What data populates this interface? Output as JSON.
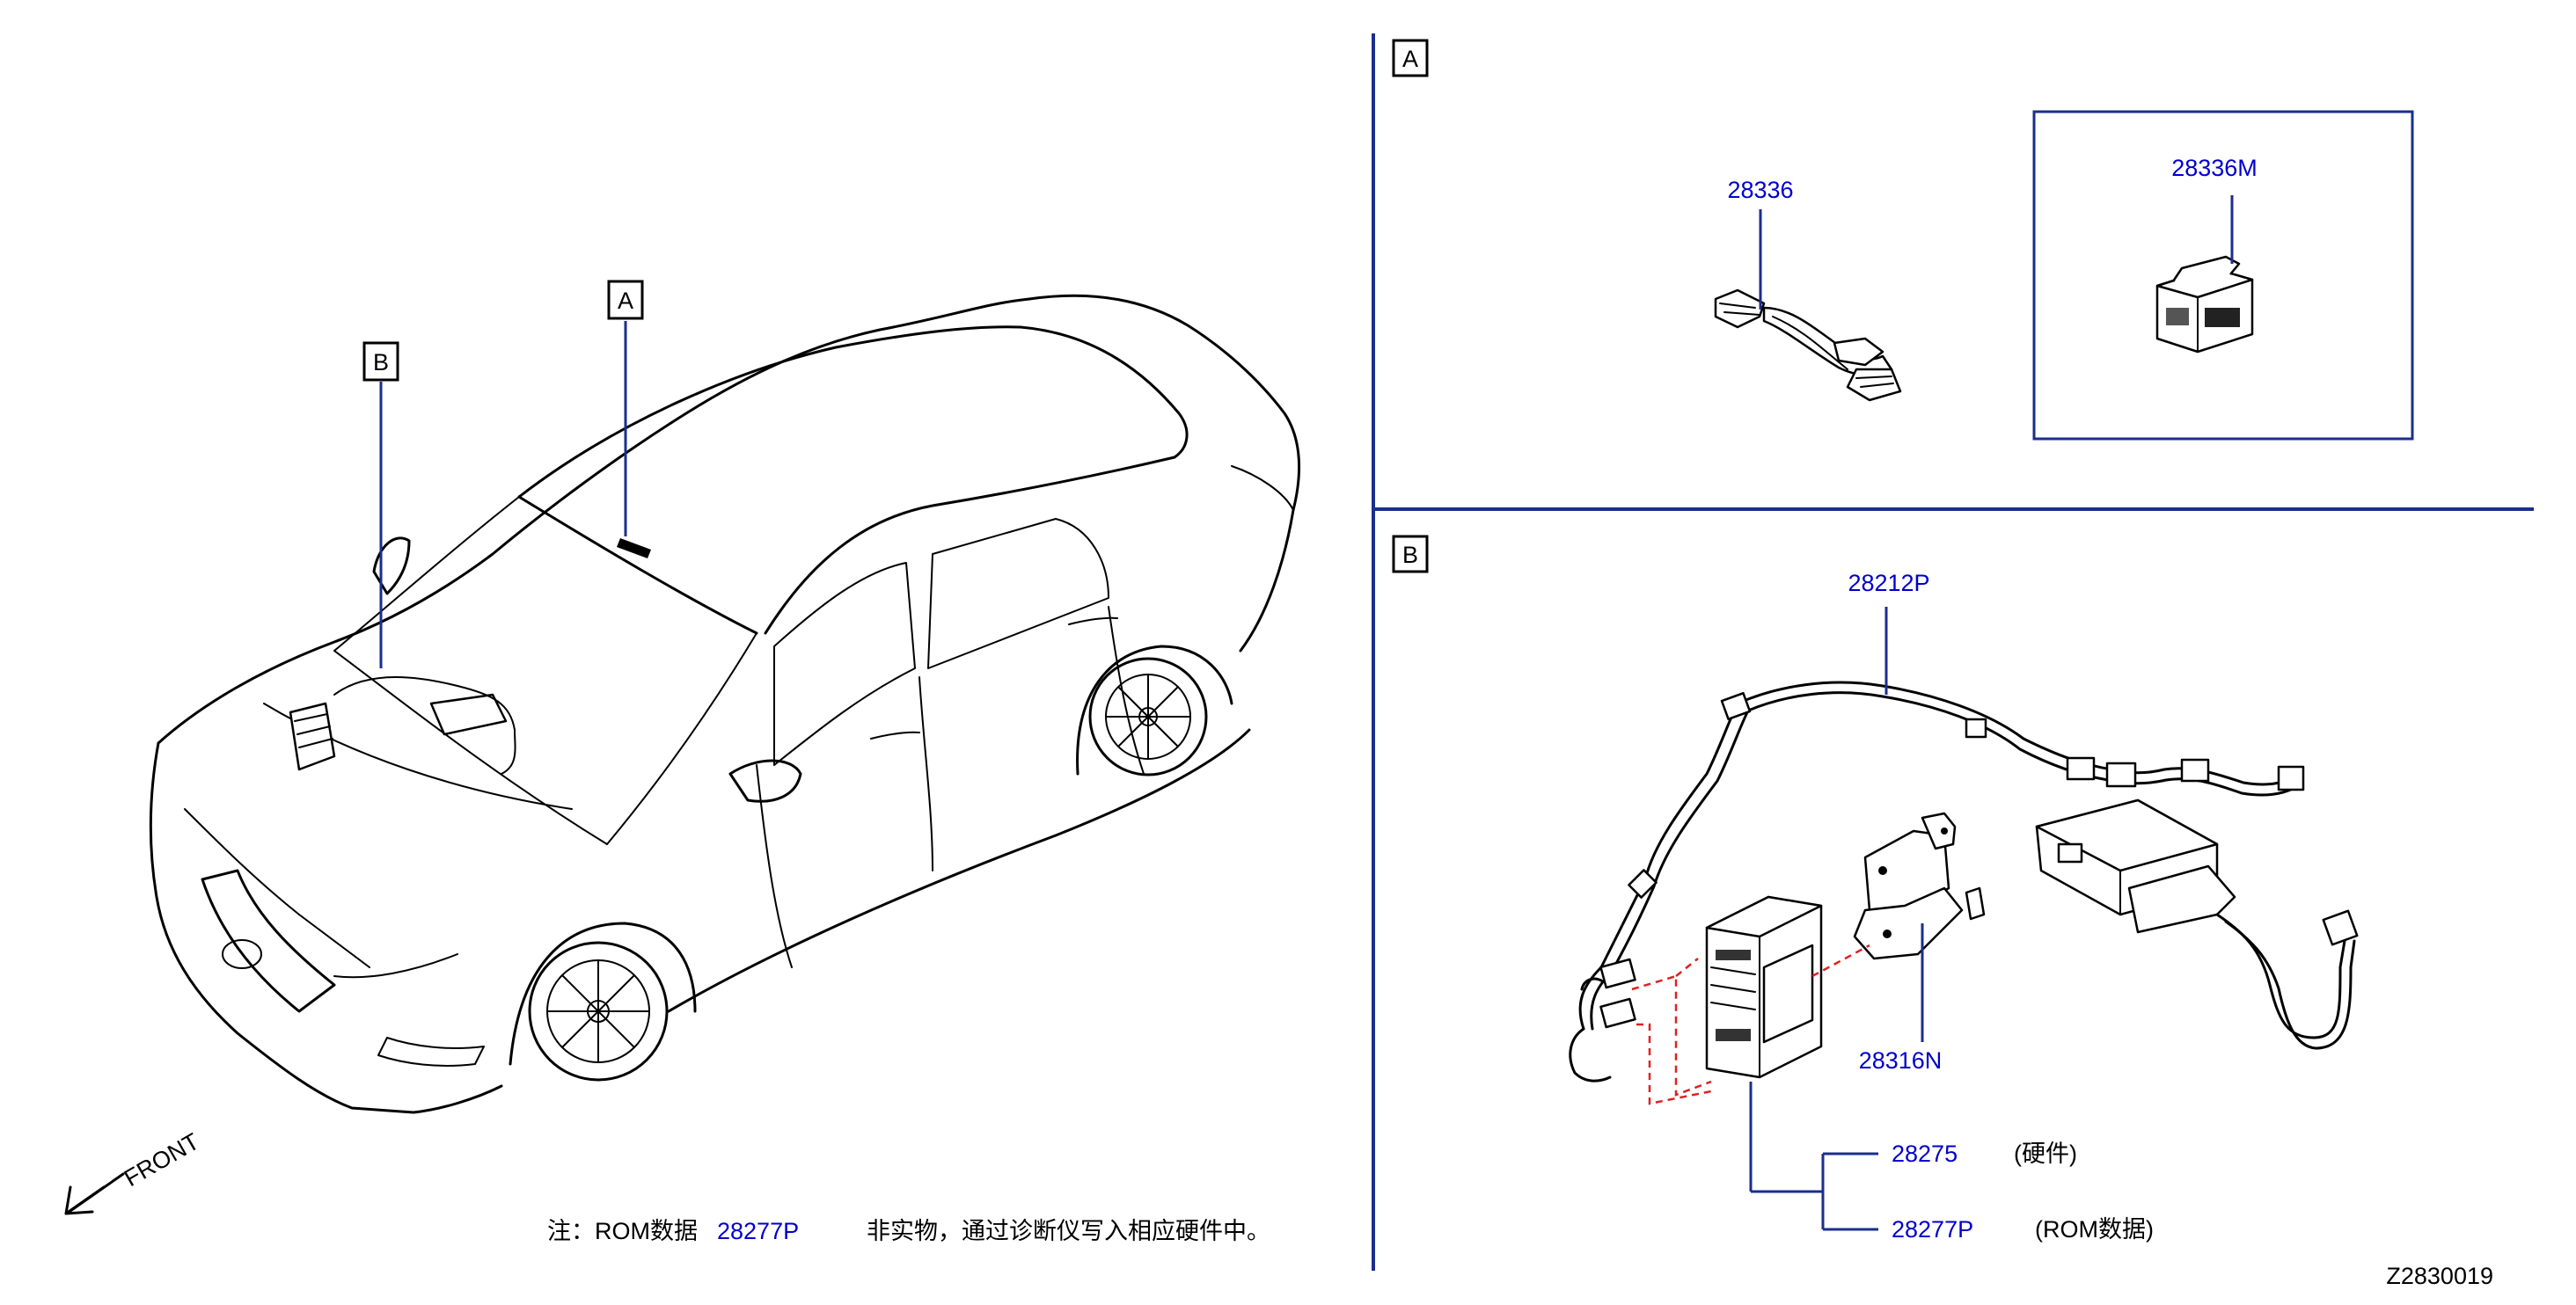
{
  "note": {
    "prefix": "注：ROM数据",
    "part": "28277P",
    "suffix": "非实物，通过诊断仪写入相应硬件中。"
  },
  "front_label": "FRONT",
  "diagram_code": "Z2830019",
  "section_labels": {
    "a": "A",
    "b": "B"
  },
  "car_callouts": {
    "a": "A",
    "b": "B"
  },
  "section_a": {
    "parts": [
      {
        "number": "28336"
      },
      {
        "number": "28336M"
      }
    ]
  },
  "section_b": {
    "parts": [
      {
        "number": "28212P"
      },
      {
        "number": "28316N"
      },
      {
        "number": "28275",
        "note": "(硬件)"
      },
      {
        "number": "28277P",
        "note": "(ROM数据)"
      }
    ]
  },
  "colors": {
    "part_number": "#0000cc",
    "callout_line": "#1a2e8c",
    "connection_dash": "#e02020"
  }
}
